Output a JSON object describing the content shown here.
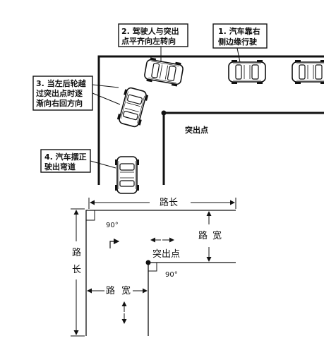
{
  "top_diagram": {
    "callouts": [
      {
        "id": "step1",
        "lines": [
          "1. 汽车靠右",
          "侧边缘行驶"
        ]
      },
      {
        "id": "step2",
        "lines": [
          "2. 驾驶人与突出",
          "点平齐向左转向"
        ]
      },
      {
        "id": "step3",
        "lines": [
          "3. 当左后轮越",
          "过突出点时逐",
          "渐向右回方向"
        ]
      },
      {
        "id": "step4",
        "lines": [
          "4. 汽车摆正",
          "驶出弯道"
        ]
      }
    ],
    "corner_label": "突出点"
  },
  "bottom_diagram": {
    "road_length_top": "路长",
    "road_length_left": [
      "路",
      "长"
    ],
    "road_width_right": [
      "路",
      "宽"
    ],
    "road_width_bottom": [
      "路",
      "宽"
    ],
    "corner_label": "突出点",
    "angle_top": "90°",
    "angle_corner": "90°"
  }
}
